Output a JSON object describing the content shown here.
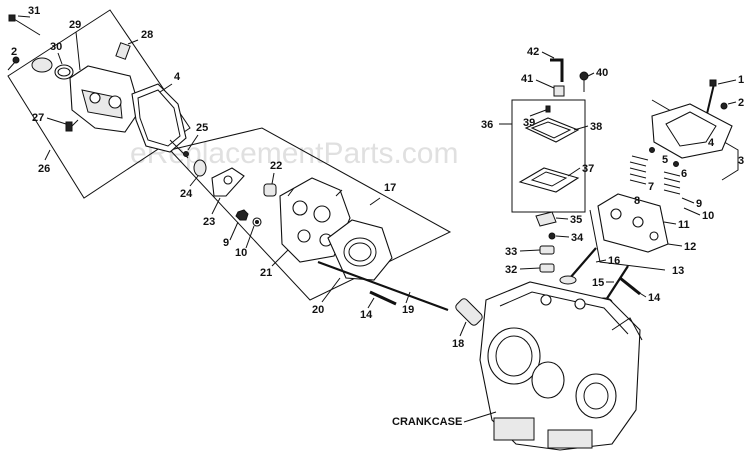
{
  "watermark": "eReplacementParts.com",
  "crankcase_label": "CRANKCASE",
  "callouts": [
    "31",
    "2",
    "29",
    "30",
    "28",
    "4",
    "27",
    "26",
    "25",
    "24",
    "22",
    "23",
    "9",
    "10",
    "17",
    "21",
    "20",
    "19",
    "14",
    "18",
    "42",
    "41",
    "40",
    "39",
    "38",
    "36",
    "37",
    "35",
    "34",
    "33",
    "32",
    "16",
    "15",
    "14",
    "1",
    "2",
    "3",
    "4",
    "5",
    "6",
    "7",
    "8",
    "9",
    "10",
    "11",
    "12",
    "13"
  ]
}
